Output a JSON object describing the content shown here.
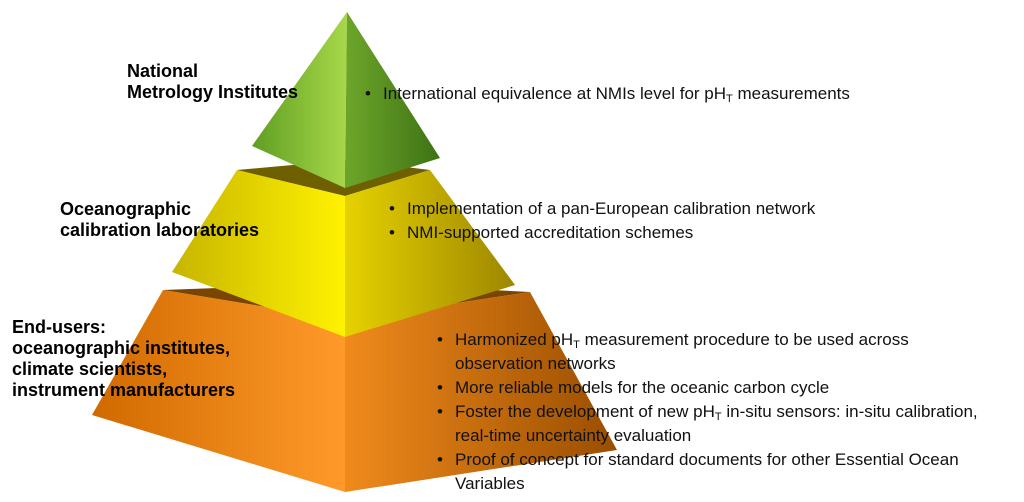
{
  "tiers": [
    {
      "label_lines": [
        "National",
        "Metrology Institutes"
      ],
      "colors": {
        "left": "#8cc63f",
        "right": "#4e8a1d"
      },
      "bullets": [
        {
          "pre": "International equivalence at NMIs level for pH",
          "sub": "T",
          "post": " measurements"
        }
      ]
    },
    {
      "label_lines": [
        "Oceanographic",
        "calibration laboratories"
      ],
      "colors": {
        "left": "#e8d400",
        "right": "#b79b00"
      },
      "bullets": [
        {
          "pre": "Implementation of a pan-European calibration network",
          "sub": "",
          "post": ""
        },
        {
          "pre": "NMI-supported accreditation schemes",
          "sub": "",
          "post": ""
        }
      ]
    },
    {
      "label_lines": [
        "End-users:",
        "oceanographic institutes,",
        "climate scientists,",
        "instrument manufacturers"
      ],
      "colors": {
        "left": "#f08a1c",
        "right": "#b85f00"
      },
      "bullets": [
        {
          "pre": "Harmonized pH",
          "sub": "T",
          "post": " measurement procedure to be used across observation networks"
        },
        {
          "pre": "More reliable models for the oceanic carbon cycle",
          "sub": "",
          "post": ""
        },
        {
          "pre": "Foster the development of new pH",
          "sub": "T",
          "post": " in-situ sensors: in-situ calibration, real-time uncertainty evaluation"
        },
        {
          "pre": "Proof of concept for standard documents for other Essential Ocean Variables",
          "sub": "",
          "post": ""
        }
      ]
    }
  ]
}
